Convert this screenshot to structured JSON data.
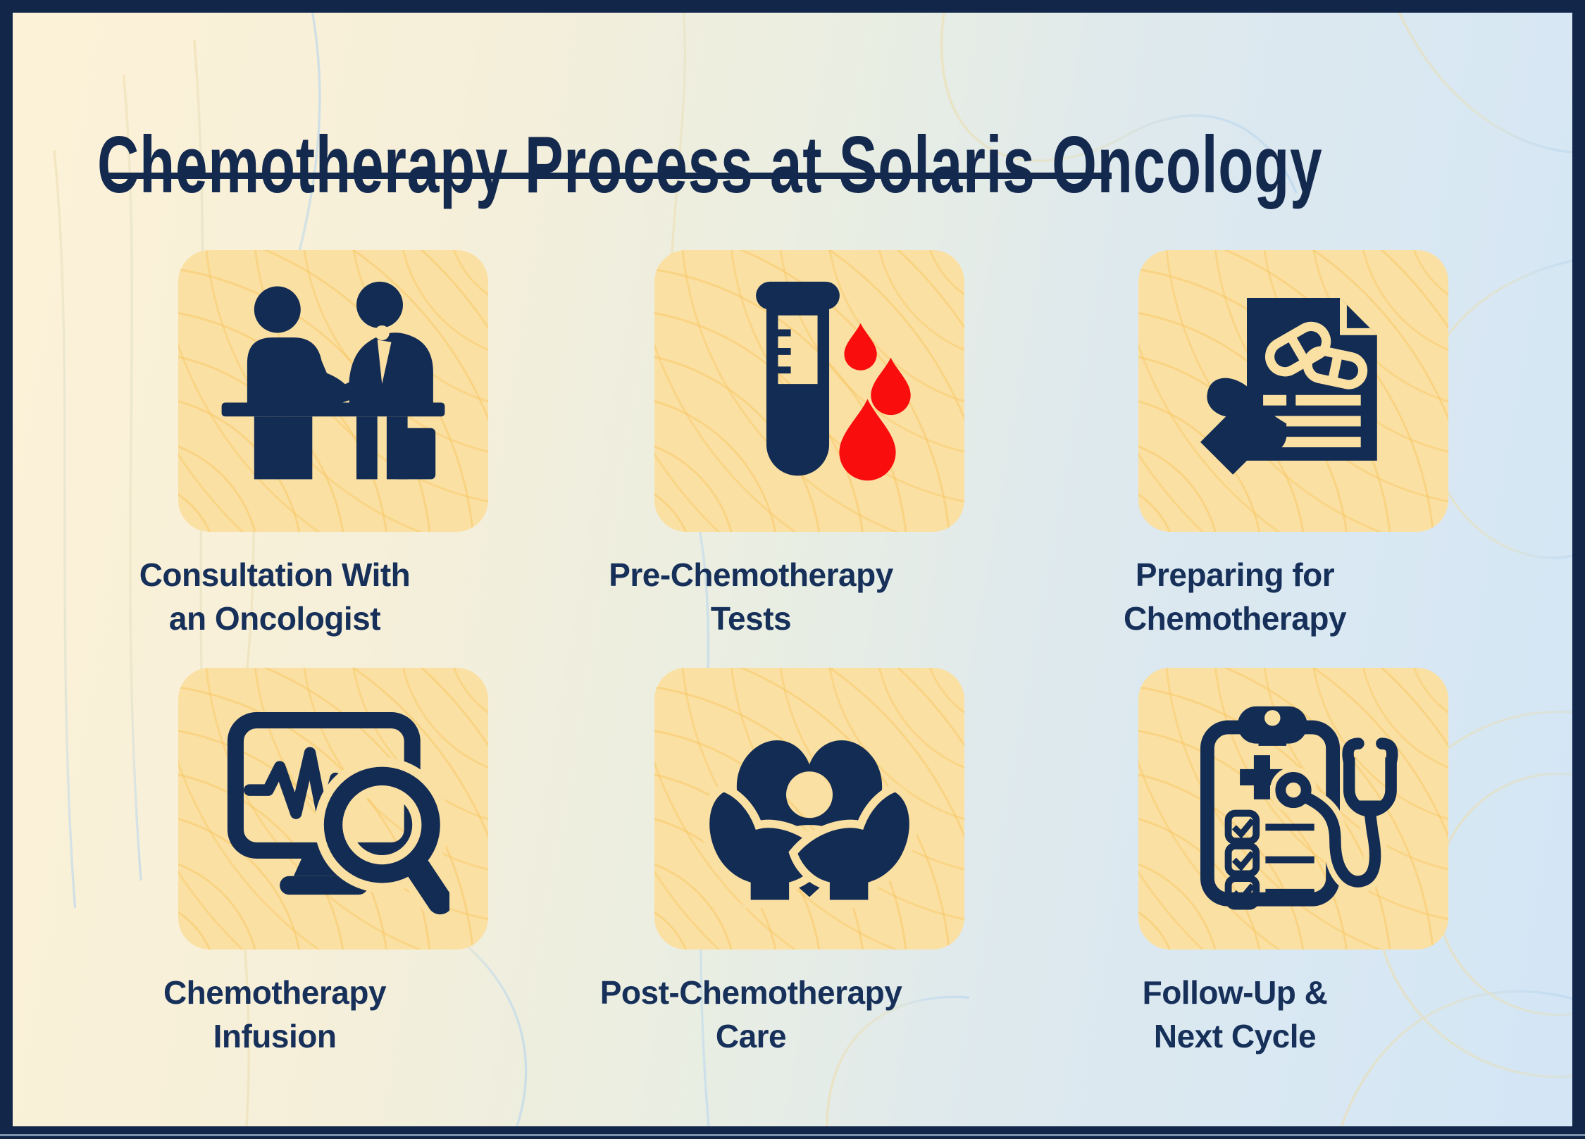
{
  "title": "Chemotherapy Process at Solaris Oncology",
  "steps": [
    {
      "id": "consultation",
      "label": "Consultation With\nan Oncologist",
      "icon": "oncologist-consultation-icon"
    },
    {
      "id": "pre-tests",
      "label": "Pre-Chemotherapy\nTests",
      "icon": "blood-test-tube-icon"
    },
    {
      "id": "preparing",
      "label": "Preparing for\nChemotherapy",
      "icon": "medication-document-icon"
    },
    {
      "id": "infusion",
      "label": "Chemotherapy\nInfusion",
      "icon": "monitor-magnifier-icon"
    },
    {
      "id": "post-care",
      "label": "Post-Chemotherapy\nCare",
      "icon": "hands-holding-heart-icon"
    },
    {
      "id": "follow-up",
      "label": "Follow-Up &\nNext Cycle",
      "icon": "checklist-stethoscope-icon"
    }
  ],
  "colors": {
    "border_navy": "#12264A",
    "text_navy": "#14294E",
    "icon_navy": "#132C53",
    "card_yellow": "#FBE0A3",
    "blood_red": "#F90D0D",
    "background_left_cream": "#FCF2D8",
    "background_right_blue": "#D3E6F6",
    "contour_warm": "#EFDCA8",
    "contour_cool": "#AFD2EE"
  }
}
